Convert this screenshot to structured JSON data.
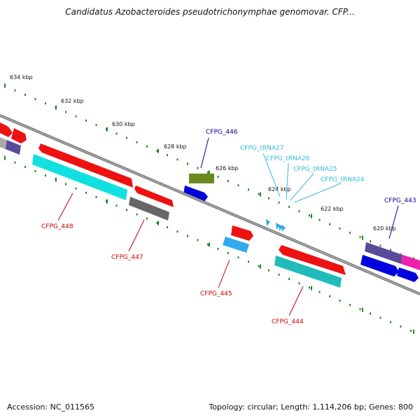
{
  "header": {
    "title": "Candidatus Azobacteroides pseudotrichonymphae genomovar. CFP..."
  },
  "ruler": {
    "ticks": [
      {
        "label": "634 kbp"
      },
      {
        "label": "632 kbp"
      },
      {
        "label": "630 kbp"
      },
      {
        "label": "628 kbp"
      },
      {
        "label": "626 kbp"
      },
      {
        "label": "624 kbp"
      },
      {
        "label": "622 kbp"
      },
      {
        "label": "620 kbp"
      }
    ]
  },
  "genes": [
    {
      "name": "CFPG_448",
      "color": "#cc0000"
    },
    {
      "name": "CFPG_447",
      "color": "#cc0000"
    },
    {
      "name": "CFPG_446",
      "color": "#000099"
    },
    {
      "name": "CFPG_445",
      "color": "#cc0000"
    },
    {
      "name": "CFPG_444",
      "color": "#cc0000"
    },
    {
      "name": "CFPG_443",
      "color": "#000099"
    },
    {
      "name": "CFPG_tRNA27",
      "color": "#33bbdd"
    },
    {
      "name": "CFPG_tRNA26",
      "color": "#33bbdd"
    },
    {
      "name": "CFPG_tRNA25",
      "color": "#33bbdd"
    },
    {
      "name": "CFPG_tRNA24",
      "color": "#33bbdd"
    }
  ],
  "footer": {
    "accession": "Accession: NC_011565",
    "summary": "Topology: circular; Length: 1,114,206 bp; Genes: 800"
  }
}
